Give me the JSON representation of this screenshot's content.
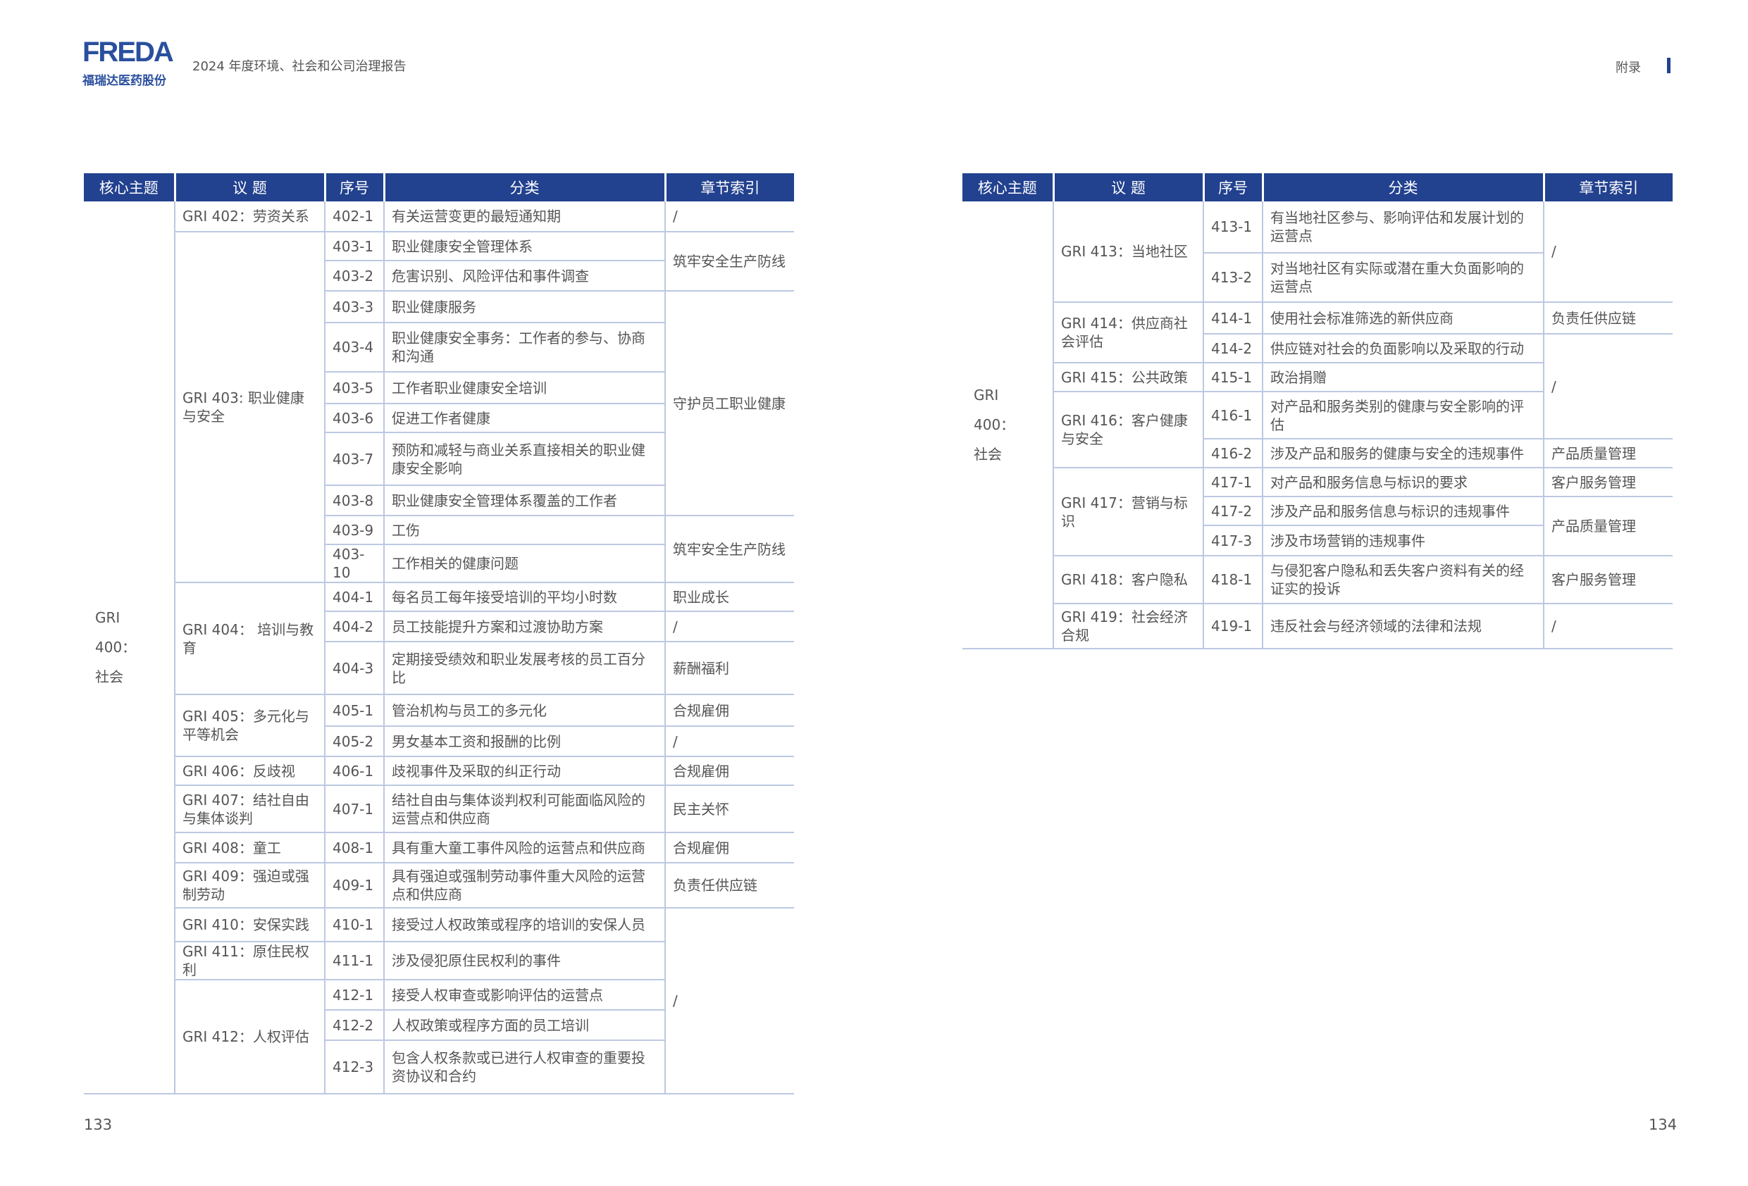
{
  "header": {
    "logo_text": "FREDA",
    "logo_cn": "福瑞达医药股份",
    "report_title": "2024 年度环境、社会和公司治理报告",
    "section": "附录"
  },
  "pages": {
    "left": "133",
    "right": "134"
  },
  "columns": [
    "核心主题",
    "议 题",
    "序号",
    "分类",
    "章节索引"
  ],
  "left_table": {
    "core": [
      "GRI　400：",
      "社会"
    ],
    "groups": [
      {
        "topic": "GRI 402：劳资关系",
        "items": [
          {
            "no": "402-1",
            "desc": "有关运营变更的最短通知期"
          }
        ]
      },
      {
        "topic": "GRI 403: 职业健康与安全",
        "items": [
          {
            "no": "403-1",
            "desc": "职业健康安全管理体系"
          },
          {
            "no": "403-2",
            "desc": "危害识别、风险评估和事件调查"
          },
          {
            "no": "403-3",
            "desc": "职业健康服务"
          },
          {
            "no": "403-4",
            "desc": "职业健康安全事务：工作者的参与、协商和沟通"
          },
          {
            "no": "403-5",
            "desc": "工作者职业健康安全培训"
          },
          {
            "no": "403-6",
            "desc": "促进工作者健康"
          },
          {
            "no": "403-7",
            "desc": "预防和减轻与商业关系直接相关的职业健康安全影响"
          },
          {
            "no": "403-8",
            "desc": "职业健康安全管理体系覆盖的工作者"
          },
          {
            "no": "403-9",
            "desc": "工伤"
          },
          {
            "no": "403-10",
            "desc": "工作相关的健康问题"
          }
        ]
      },
      {
        "topic": "GRI 404： 培训与教育",
        "items": [
          {
            "no": "404-1",
            "desc": "每名员工每年接受培训的平均小时数"
          },
          {
            "no": "404-2",
            "desc": "员工技能提升方案和过渡协助方案"
          },
          {
            "no": "404-3",
            "desc": "定期接受绩效和职业发展考核的员工百分比"
          }
        ]
      },
      {
        "topic": "GRI 405：多元化与平等机会",
        "items": [
          {
            "no": "405-1",
            "desc": "管治机构与员工的多元化"
          },
          {
            "no": "405-2",
            "desc": "男女基本工资和报酬的比例"
          }
        ]
      },
      {
        "topic": "GRI 406：反歧视",
        "items": [
          {
            "no": "406-1",
            "desc": "歧视事件及采取的纠正行动"
          }
        ]
      },
      {
        "topic": "GRI 407：结社自由与集体谈判",
        "items": [
          {
            "no": "407-1",
            "desc": "结社自由与集体谈判权利可能面临风险的运营点和供应商"
          }
        ]
      },
      {
        "topic": "GRI 408：童工",
        "items": [
          {
            "no": "408-1",
            "desc": "具有重大童工事件风险的运营点和供应商"
          }
        ]
      },
      {
        "topic": "GRI 409：强迫或强制劳动",
        "items": [
          {
            "no": "409-1",
            "desc": "具有强迫或强制劳动事件重大风险的运营点和供应商"
          }
        ]
      },
      {
        "topic": "GRI 410：安保实践",
        "items": [
          {
            "no": "410-1",
            "desc": "接受过人权政策或程序的培训的安保人员"
          }
        ]
      },
      {
        "topic": "GRI 411：原住民权利",
        "items": [
          {
            "no": "411-1",
            "desc": "涉及侵犯原住民权利的事件"
          }
        ]
      },
      {
        "topic": "GRI 412：人权评估",
        "items": [
          {
            "no": "412-1",
            "desc": "接受人权审查或影响评估的运营点"
          },
          {
            "no": "412-2",
            "desc": "人权政策或程序方面的员工培训"
          },
          {
            "no": "412-3",
            "desc": "包含人权条款或已进行人权审查的重要投资协议和合约"
          }
        ]
      }
    ],
    "chapters": [
      {
        "label": "/",
        "rows": 1
      },
      {
        "label": "筑牢安全生产防线",
        "rows": 2
      },
      {
        "label": "守护员工职业健康",
        "rows": 6
      },
      {
        "label": "筑牢安全生产防线",
        "rows": 2
      },
      {
        "label": "职业成长",
        "rows": 1
      },
      {
        "label": "/",
        "rows": 1
      },
      {
        "label": "薪酬福利",
        "rows": 1
      },
      {
        "label": "合规雇佣",
        "rows": 1
      },
      {
        "label": "/",
        "rows": 1
      },
      {
        "label": "合规雇佣",
        "rows": 1
      },
      {
        "label": "民主关怀",
        "rows": 1
      },
      {
        "label": "合规雇佣",
        "rows": 1
      },
      {
        "label": "负责任供应链",
        "rows": 1
      },
      {
        "label": "/",
        "rows": 5
      }
    ]
  },
  "right_table": {
    "core": [
      "GRI　400：",
      "社会"
    ],
    "groups": [
      {
        "topic": "GRI 413：当地社区",
        "items": [
          {
            "no": "413-1",
            "desc": "有当地社区参与、影响评估和发展计划的运营点"
          },
          {
            "no": "413-2",
            "desc": "对当地社区有实际或潜在重大负面影响的运营点"
          }
        ]
      },
      {
        "topic": "GRI 414：供应商社会评估",
        "items": [
          {
            "no": "414-1",
            "desc": "使用社会标准筛选的新供应商"
          },
          {
            "no": "414-2",
            "desc": "供应链对社会的负面影响以及采取的行动"
          }
        ]
      },
      {
        "topic": "GRI 415：公共政策",
        "items": [
          {
            "no": "415-1",
            "desc": "政治捐赠"
          }
        ]
      },
      {
        "topic": "GRI 416：客户健康与安全",
        "items": [
          {
            "no": "416-1",
            "desc": "对产品和服务类别的健康与安全影响的评估"
          },
          {
            "no": "416-2",
            "desc": "涉及产品和服务的健康与安全的违规事件"
          }
        ]
      },
      {
        "topic": "GRI 417：营销与标识",
        "items": [
          {
            "no": "417-1",
            "desc": "对产品和服务信息与标识的要求"
          },
          {
            "no": "417-2",
            "desc": "涉及产品和服务信息与标识的违规事件"
          },
          {
            "no": "417-3",
            "desc": "涉及市场营销的违规事件"
          }
        ]
      },
      {
        "topic": "GRI 418：客户隐私",
        "items": [
          {
            "no": "418-1",
            "desc": "与侵犯客户隐私和丢失客户资料有关的经证实的投诉"
          }
        ]
      },
      {
        "topic": "GRI 419：社会经济合规",
        "items": [
          {
            "no": "419-1",
            "desc": "违反社会与经济领域的法律和法规"
          }
        ]
      }
    ],
    "chapters": [
      {
        "label": "/",
        "rows": 2
      },
      {
        "label": "负责任供应链",
        "rows": 1
      },
      {
        "label": "/",
        "rows": 3
      },
      {
        "label": "产品质量管理",
        "rows": 1
      },
      {
        "label": "客户服务管理",
        "rows": 1
      },
      {
        "label": "产品质量管理",
        "rows": 2
      },
      {
        "label": "客户服务管理",
        "rows": 1
      },
      {
        "label": "/",
        "rows": 1
      }
    ]
  }
}
